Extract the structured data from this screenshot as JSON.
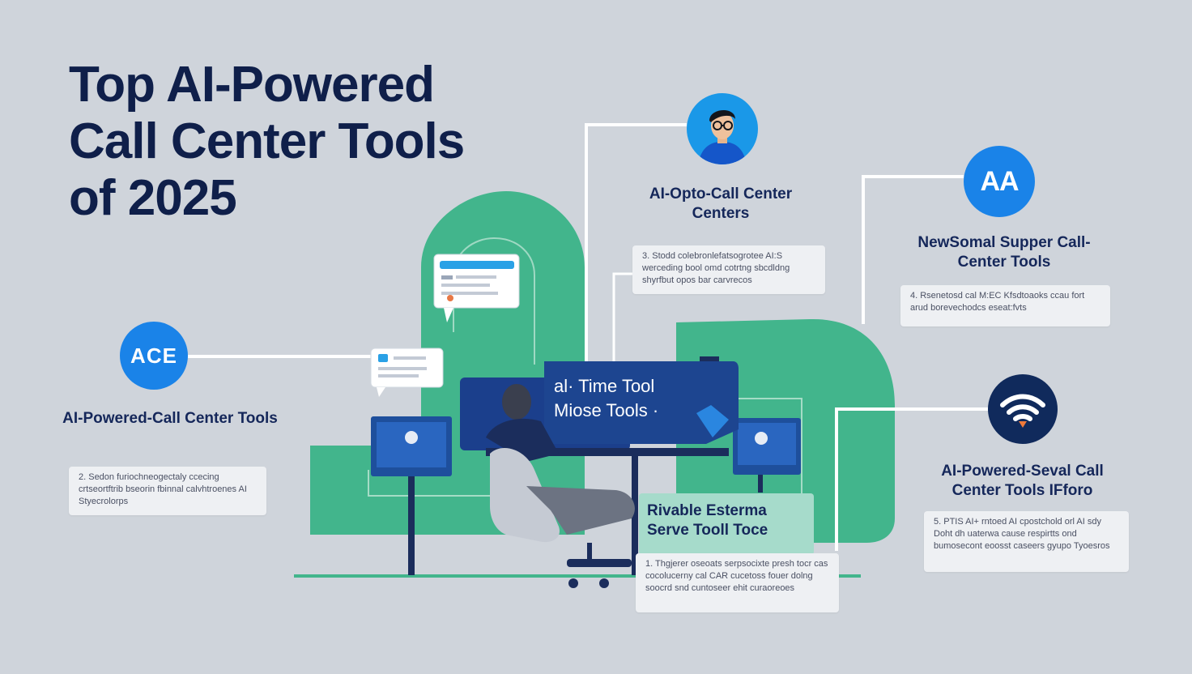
{
  "headline": {
    "line1": "Top AI-Powered",
    "line2": "Call Center Tools",
    "line3": "of 2025"
  },
  "nodes": [
    {
      "badge": "ACE",
      "icon": "ace-badge-icon",
      "title": "AI-Powered-Call Center Tools",
      "card_text": "2. Sedon furiochneogectaly ccecing crtseortftrib bseorin fbinnal calvhtroenes AI Styecrolorps"
    },
    {
      "badge": "",
      "icon": "person-avatar-icon",
      "title": "AI-Opto-Call Center Centers",
      "card_text": "3. Stodd colebronlefatsogrotee AI:S werceding bool omd cotrtng sbcdldng shyrfbut opos bar carvrecos"
    },
    {
      "badge": "AA",
      "icon": "aa-badge-icon",
      "title": "NewSomal Supper Call-Center Tools",
      "card_text": "4. Rsenetosd cal M:EC Kfsdtoaoks ccau fort arud borevechodcs eseat:fvts"
    },
    {
      "badge": "",
      "icon": "wifi-icon",
      "title": "AI-Powered-Seval Call Center Tools IFforo",
      "card_text": "5. PTIS AI+ rntoed AI cpostchold orl AI sdy Doht dh uaterwa cause respirtts ond bumosecont eoosst caseers gyupo Tyoesros"
    }
  ],
  "workstation": {
    "monitor_line1": "al· Time Tool",
    "monitor_line2": "Miose Tools ·",
    "banner_line1": "Rivable  Esterma",
    "banner_line2": "Serve  Tooll Toce",
    "card_text": "1. Thgjerer oseoats serpsocixte presh tocr cas cocolucerny cal CAR cucetoss fouer dolng soocrd snd cuntoseer ehit curaoreoes"
  },
  "colors": {
    "accent_blue": "#1a83e8",
    "navy": "#0f1f4a",
    "green": "#42b58c",
    "light_green": "#a6dbcb",
    "background": "#cfd4db"
  }
}
